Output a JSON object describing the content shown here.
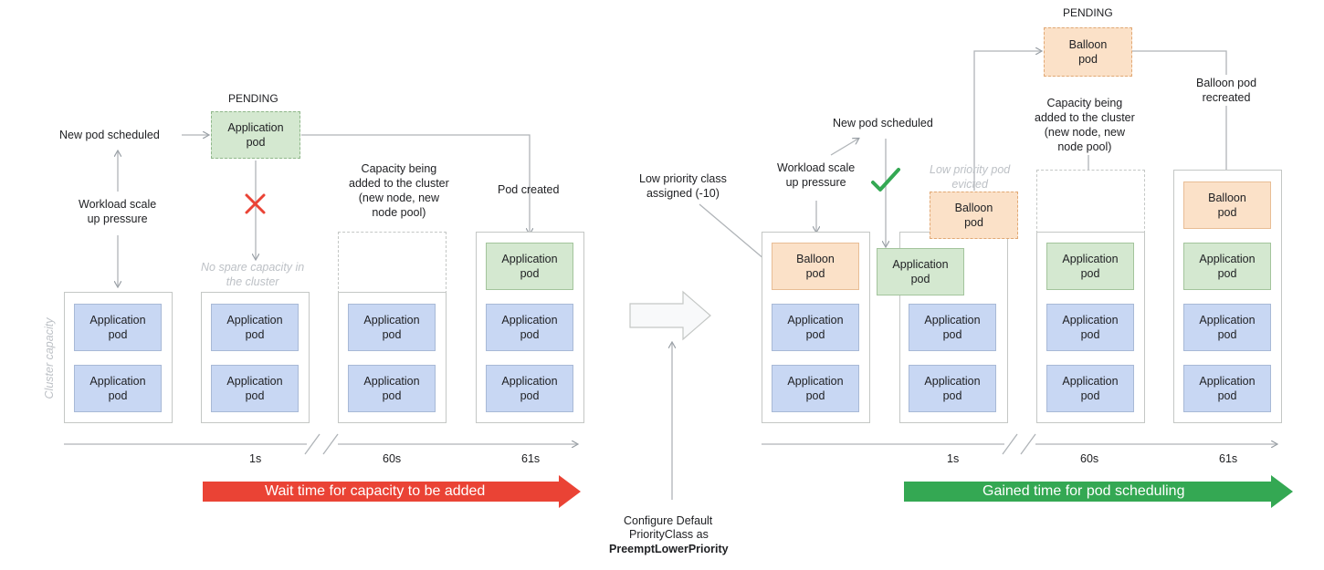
{
  "left": {
    "pending_label": "PENDING",
    "pending_pod": "Application\npod",
    "new_pod_scheduled": "New pod scheduled",
    "workload_scale": "Workload scale\nup pressure",
    "no_spare": "No spare capacity in\nthe cluster",
    "capacity_added": "Capacity being\nadded to the cluster\n(new node, new\nnode pool)",
    "pod_created": "Pod created",
    "cluster_capacity": "Cluster capacity",
    "times": [
      "1s",
      "60s",
      "61s"
    ],
    "banner": "Wait time for capacity to be added",
    "app_pod": "Application\npod"
  },
  "middle": {
    "configure_1": "Configure  Default",
    "configure_2": "PriorityClass as",
    "configure_3": "PreemptLowerPriority"
  },
  "right": {
    "pending_label": "PENDING",
    "balloon_pod": "Balloon\npod",
    "balloon_recreated": "Balloon pod\nrecreated",
    "capacity_added": "Capacity being\nadded to the cluster\n(new node, new\nnode pool)",
    "new_pod_scheduled": "New pod scheduled",
    "workload_scale": "Workload scale\nup pressure",
    "low_priority_evicted": "Low priority pod\nevicted",
    "low_priority_assigned": "Low priority class\nassigned (-10)",
    "times": [
      "1s",
      "60s",
      "61s"
    ],
    "banner": "Gained time for pod scheduling",
    "app_pod": "Application\npod"
  },
  "colors": {
    "blue_pod": "#c8d7f3",
    "green_pod": "#d4e8d0",
    "orange_pod": "#fbe1c8",
    "red_banner": "#ea4335",
    "green_banner": "#34a853",
    "check": "#34a853",
    "cross": "#ea4335"
  }
}
